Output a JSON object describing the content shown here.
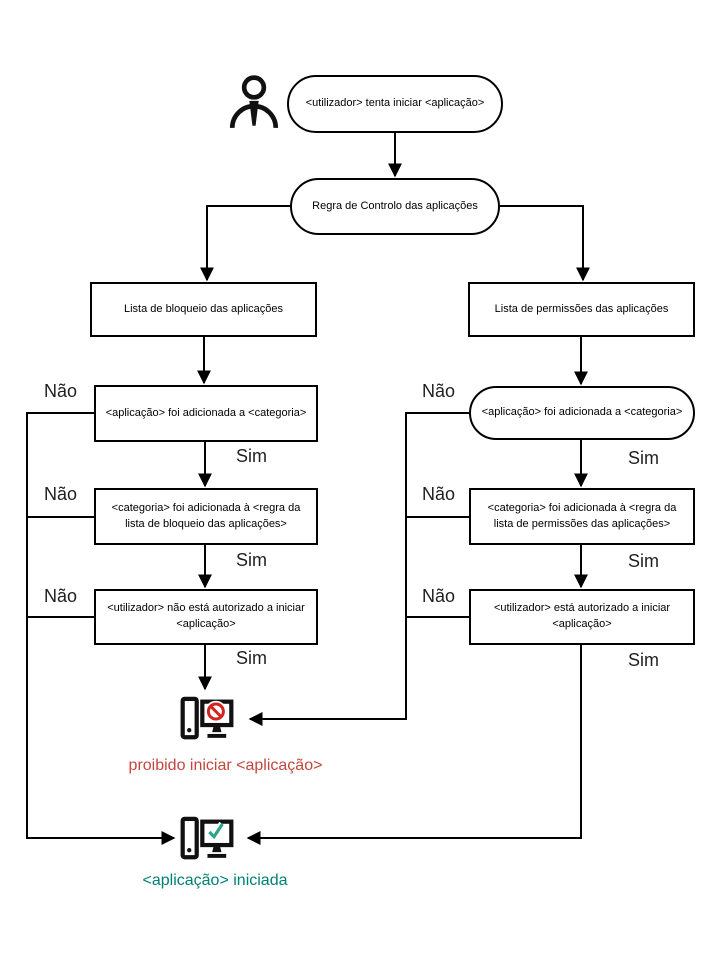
{
  "diagram": {
    "nodes": {
      "start": "<utilizador> tenta iniciar <aplicação>",
      "rule": "Regra de Controlo das aplicações",
      "blocklist": "Lista de bloqueio das aplicações",
      "allowlist": "Lista de permissões das aplicações",
      "block_check_app": "<aplicação> foi adicionada a <categoria>",
      "block_check_category": "<categoria> foi adicionada à <regra da lista de bloqueio das aplicações>",
      "block_check_user": "<utilizador> não está autorizado a iniciar <aplicação>",
      "allow_check_app": "<aplicação> foi adicionada a <categoria>",
      "allow_check_category": "<categoria> foi adicionada à <regra da lista de permissões das aplicações>",
      "allow_check_user": "<utilizador> está autorizado a iniciar <aplicação>",
      "result_denied": "proibido iniciar <aplicação>",
      "result_started": "<aplicação> iniciada"
    },
    "labels": {
      "nao": "Não",
      "sim": "Sim"
    },
    "icons": [
      "user-icon",
      "computer-blocked-icon",
      "computer-started-icon"
    ],
    "colors": {
      "line": "#000000",
      "denied_text": "#c4473d",
      "started_text": "#008073",
      "prohibited_sign": "#d2231f",
      "check_sign": "#2ba38b"
    }
  }
}
